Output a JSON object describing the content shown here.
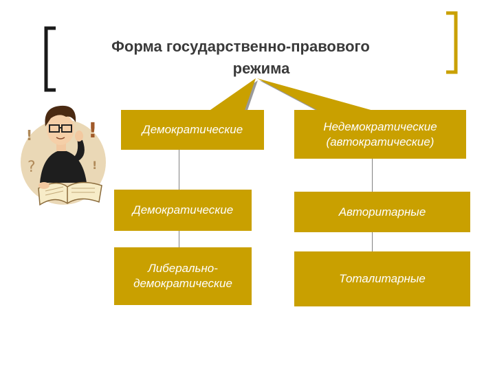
{
  "title": {
    "line1": "Форма государственно-правового",
    "line2": "режима"
  },
  "colors": {
    "box_fill": "#c9a000",
    "box_text": "#ffffff",
    "bracket": "#c9a000",
    "title_text": "#3a3a3a"
  },
  "boxes": {
    "democratic_top": "Демократические",
    "nondemocratic_top": "Недемократические (автократические)",
    "democratic": "Демократические",
    "liberal_democratic": "Либерально-демократические",
    "authoritarian": "Авторитарные",
    "totalitarian": "Тоталитарные"
  },
  "illustration": {
    "icon": "thinking-man-with-book-icon"
  }
}
